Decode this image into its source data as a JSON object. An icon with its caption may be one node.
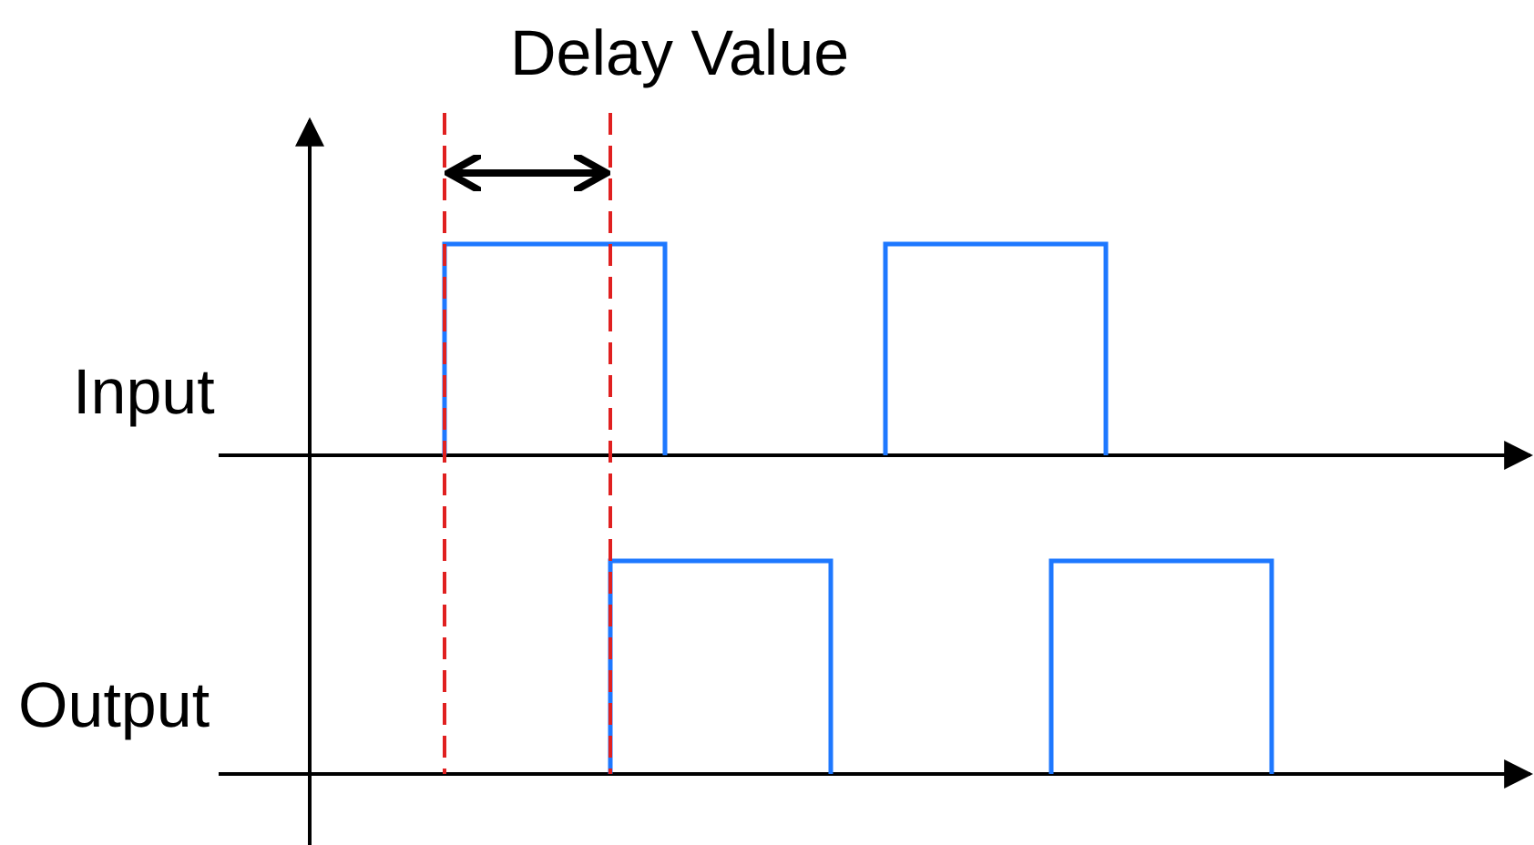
{
  "diagram": {
    "labels": [
      "Delay Value",
      "Input",
      "Output"
    ]
  }
}
